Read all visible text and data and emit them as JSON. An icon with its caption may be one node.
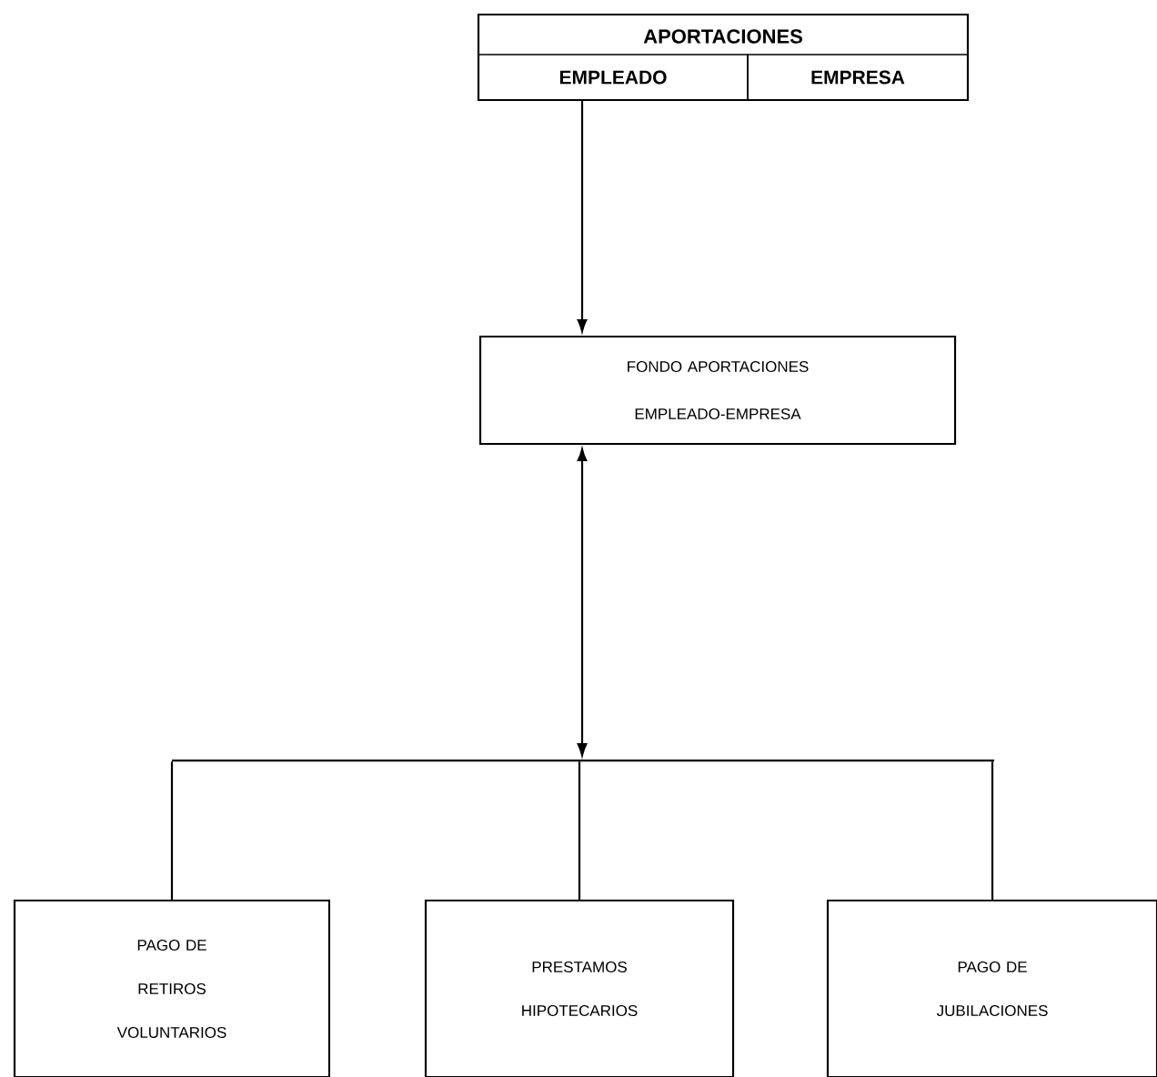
{
  "diagram": {
    "nodes": [
      {
        "text": [
          "APORTACIONES"
        ]
      },
      {
        "text": [
          "EMPLEADO"
        ],
        "in": 0
      },
      {
        "text": [
          "EMPRESA"
        ],
        "in": 0
      },
      {
        "text": [
          "FONDO APORTACIONES EMPLEADO-EMPRESA"
        ]
      },
      {
        "text": [
          "PAGO DE RETIROS VOLUNTARIOS"
        ]
      },
      {
        "text": [
          "PRESTAMOS HIPOTECARIOS"
        ]
      },
      {
        "text": [
          "PAGO DE JUBILACIONES"
        ]
      },
      {
        "text": [],
        "shape": "bar"
      }
    ],
    "edges": [
      {
        "from": 0,
        "to": 3,
        "arrow": "to"
      },
      {
        "from": 7,
        "to": 4,
        "arrow": "none"
      },
      {
        "from": 3,
        "to": 7,
        "arrow": "both"
      },
      {
        "from": 7,
        "to": 5,
        "arrow": "none"
      },
      {
        "from": 7,
        "to": 6,
        "arrow": "none"
      }
    ]
  }
}
